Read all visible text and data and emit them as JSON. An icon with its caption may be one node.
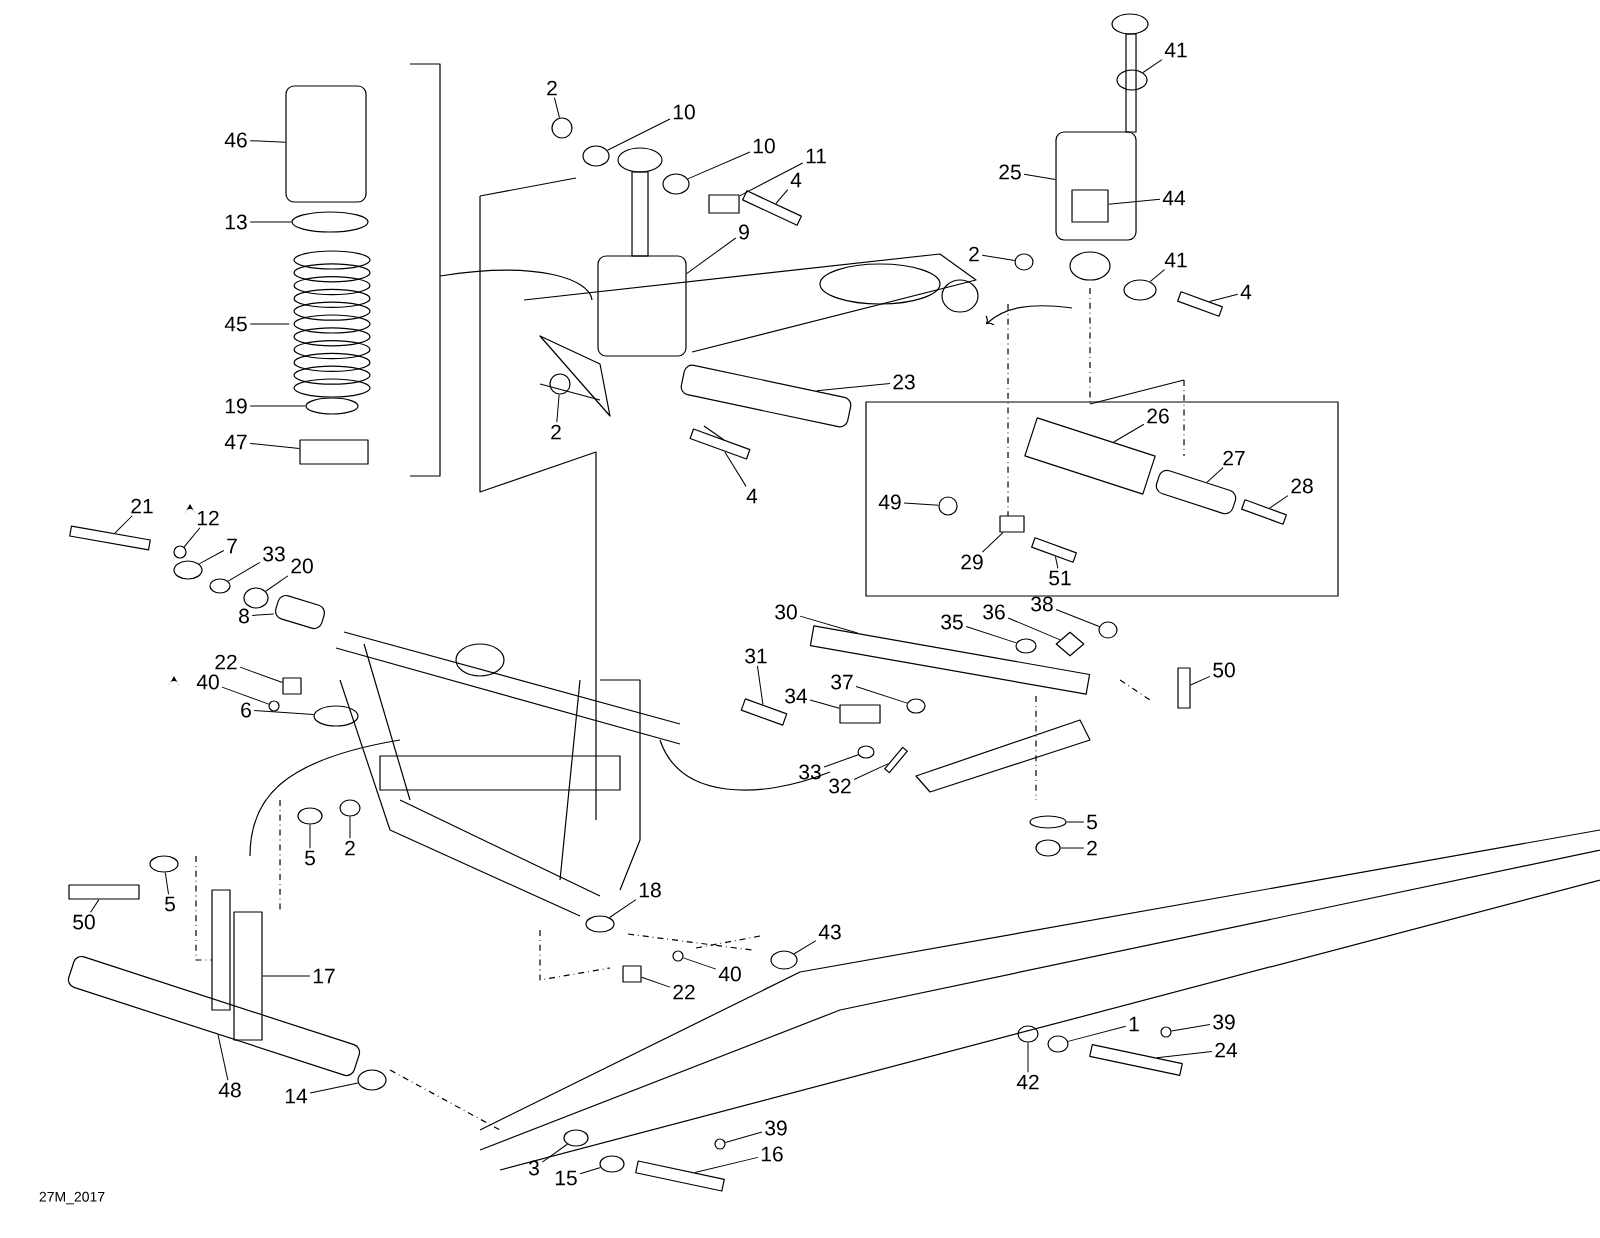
{
  "diagram": {
    "nodes": [
      {
        "text": [
          "46"
        ]
      },
      {
        "text": [
          "13"
        ]
      },
      {
        "text": [
          "45"
        ]
      },
      {
        "text": [
          "19"
        ]
      },
      {
        "text": [
          "47"
        ]
      },
      {
        "text": [
          "2"
        ]
      },
      {
        "text": [
          "10"
        ]
      },
      {
        "text": [
          "10"
        ]
      },
      {
        "text": [
          "11"
        ]
      },
      {
        "text": [
          "4"
        ]
      },
      {
        "text": [
          "9"
        ]
      },
      {
        "text": [
          "2"
        ]
      },
      {
        "text": [
          "4"
        ]
      },
      {
        "text": [
          "23"
        ]
      },
      {
        "text": [
          "41"
        ]
      },
      {
        "text": [
          "25"
        ]
      },
      {
        "text": [
          "44"
        ]
      },
      {
        "text": [
          "2"
        ]
      },
      {
        "text": [
          "41"
        ]
      },
      {
        "text": [
          "4"
        ]
      },
      {
        "text": [
          "26"
        ]
      },
      {
        "text": [
          "27"
        ]
      },
      {
        "text": [
          "28"
        ]
      },
      {
        "text": [
          "49"
        ]
      },
      {
        "text": [
          "29"
        ]
      },
      {
        "text": [
          "51"
        ]
      },
      {
        "text": [
          "21"
        ]
      },
      {
        "text": [
          "12"
        ]
      },
      {
        "text": [
          "7"
        ]
      },
      {
        "text": [
          "33"
        ]
      },
      {
        "text": [
          "20"
        ]
      },
      {
        "text": [
          "8"
        ]
      },
      {
        "text": [
          "22"
        ]
      },
      {
        "text": [
          "40"
        ]
      },
      {
        "text": [
          "6"
        ]
      },
      {
        "text": [
          "30"
        ]
      },
      {
        "text": [
          "31"
        ]
      },
      {
        "text": [
          "35"
        ]
      },
      {
        "text": [
          "36"
        ]
      },
      {
        "text": [
          "38"
        ]
      },
      {
        "text": [
          "37"
        ]
      },
      {
        "text": [
          "34"
        ]
      },
      {
        "text": [
          "50"
        ]
      },
      {
        "text": [
          "33"
        ]
      },
      {
        "text": [
          "32"
        ]
      },
      {
        "text": [
          "5"
        ]
      },
      {
        "text": [
          "2"
        ]
      },
      {
        "text": [
          "2"
        ]
      },
      {
        "text": [
          "5"
        ]
      },
      {
        "text": [
          "5"
        ]
      },
      {
        "text": [
          "50"
        ]
      },
      {
        "text": [
          "17"
        ]
      },
      {
        "text": [
          "18"
        ]
      },
      {
        "text": [
          "22"
        ]
      },
      {
        "text": [
          "40"
        ]
      },
      {
        "text": [
          "43"
        ]
      },
      {
        "text": [
          "48"
        ]
      },
      {
        "text": [
          "14"
        ]
      },
      {
        "text": [
          "1"
        ]
      },
      {
        "text": [
          "39"
        ]
      },
      {
        "text": [
          "24"
        ]
      },
      {
        "text": [
          "42"
        ]
      },
      {
        "text": [
          "39"
        ]
      },
      {
        "text": [
          "16"
        ]
      },
      {
        "text": [
          "3"
        ]
      },
      {
        "text": [
          "15"
        ]
      },
      {
        "text": [],
        "shape": "cylinder"
      },
      {
        "text": [],
        "shape": "circle"
      },
      {
        "text": [],
        "shape": "spring"
      },
      {
        "text": [],
        "shape": "circle"
      },
      {
        "text": [],
        "shape": "box"
      },
      {
        "text": [],
        "shape": "circle"
      },
      {
        "text": [],
        "shape": "circle"
      },
      {
        "text": [],
        "shape": "circle"
      },
      {
        "text": [],
        "shape": "box"
      },
      {
        "text": [],
        "shape": "bar"
      },
      {
        "text": [],
        "shape": "cylinder"
      },
      {
        "text": [],
        "shape": "circle"
      },
      {
        "text": [],
        "shape": "bar"
      },
      {
        "text": [],
        "shape": "cylinder"
      },
      {
        "text": [],
        "shape": "circle"
      },
      {
        "text": [],
        "shape": "cylinder"
      },
      {
        "text": [],
        "shape": "box",
        "in": 81
      },
      {
        "text": [],
        "shape": "circle"
      },
      {
        "text": [],
        "shape": "circle"
      },
      {
        "text": [],
        "shape": "bar"
      },
      {
        "text": [],
        "shape": "box"
      },
      {
        "text": [],
        "shape": "cylinder"
      },
      {
        "text": [],
        "shape": "bar"
      },
      {
        "text": [],
        "shape": "circle"
      },
      {
        "text": [],
        "shape": "box"
      },
      {
        "text": [],
        "shape": "bar"
      },
      {
        "text": [],
        "shape": "bar"
      },
      {
        "text": [],
        "shape": "circle"
      },
      {
        "text": [],
        "shape": "circle"
      },
      {
        "text": [],
        "shape": "circle"
      },
      {
        "text": [],
        "shape": "circle"
      },
      {
        "text": [],
        "shape": "cylinder"
      },
      {
        "text": [],
        "shape": "box"
      },
      {
        "text": [],
        "shape": "circle"
      },
      {
        "text": [],
        "shape": "circle"
      },
      {
        "text": [],
        "shape": "box"
      },
      {
        "text": [],
        "shape": "bar"
      },
      {
        "text": [],
        "shape": "circle"
      },
      {
        "text": [],
        "shape": "diamond"
      },
      {
        "text": [],
        "shape": "circle"
      },
      {
        "text": [],
        "shape": "circle"
      },
      {
        "text": [],
        "shape": "box"
      },
      {
        "text": [],
        "shape": "bar"
      },
      {
        "text": [],
        "shape": "circle"
      },
      {
        "text": [],
        "shape": "bar"
      },
      {
        "text": [],
        "shape": "circle"
      },
      {
        "text": [],
        "shape": "circle"
      },
      {
        "text": [],
        "shape": "circle"
      },
      {
        "text": [],
        "shape": "circle"
      },
      {
        "text": [],
        "shape": "circle"
      },
      {
        "text": [],
        "shape": "bar"
      },
      {
        "text": [],
        "shape": "box"
      },
      {
        "text": [],
        "shape": "circle"
      },
      {
        "text": [],
        "shape": "box"
      },
      {
        "text": [],
        "shape": "circle"
      },
      {
        "text": [],
        "shape": "circle"
      },
      {
        "text": [],
        "shape": "cylinder"
      },
      {
        "text": [],
        "shape": "circle"
      },
      {
        "text": [],
        "shape": "circle"
      },
      {
        "text": [],
        "shape": "circle"
      },
      {
        "text": [],
        "shape": "bar"
      },
      {
        "text": [],
        "shape": "circle"
      },
      {
        "text": [],
        "shape": "circle"
      },
      {
        "text": [],
        "shape": "bar"
      },
      {
        "text": [],
        "shape": "circle"
      },
      {
        "text": [],
        "shape": "circle"
      }
    ],
    "edges": [
      {
        "from": 0,
        "to": 66,
        "arrow": "none"
      },
      {
        "from": 1,
        "to": 67,
        "arrow": "none"
      },
      {
        "from": 2,
        "to": 68,
        "arrow": "none"
      },
      {
        "from": 3,
        "to": 69,
        "arrow": "none"
      },
      {
        "from": 4,
        "to": 70,
        "arrow": "none"
      },
      {
        "from": 5,
        "to": 71,
        "arrow": "none"
      },
      {
        "from": 6,
        "to": 72,
        "arrow": "none"
      },
      {
        "from": 7,
        "to": 73,
        "arrow": "none"
      },
      {
        "from": 8,
        "to": 74,
        "arrow": "none"
      },
      {
        "from": 9,
        "to": 75,
        "arrow": "none"
      },
      {
        "from": 10,
        "to": 76,
        "arrow": "none"
      },
      {
        "from": 11,
        "to": 77,
        "arrow": "none"
      },
      {
        "from": 12,
        "to": 78,
        "arrow": "none"
      },
      {
        "from": 13,
        "to": 79,
        "arrow": "none"
      },
      {
        "from": 14,
        "to": 80,
        "arrow": "none"
      },
      {
        "from": 15,
        "to": 81,
        "arrow": "none"
      },
      {
        "from": 16,
        "to": 82,
        "arrow": "none"
      },
      {
        "from": 17,
        "to": 83,
        "arrow": "none"
      },
      {
        "from": 18,
        "to": 84,
        "arrow": "none"
      },
      {
        "from": 19,
        "to": 85,
        "arrow": "none"
      },
      {
        "from": 20,
        "to": 86,
        "arrow": "none"
      },
      {
        "from": 21,
        "to": 87,
        "arrow": "none"
      },
      {
        "from": 22,
        "to": 88,
        "arrow": "none"
      },
      {
        "from": 23,
        "to": 89,
        "arrow": "none"
      },
      {
        "from": 24,
        "to": 90,
        "arrow": "none"
      },
      {
        "from": 25,
        "to": 91,
        "arrow": "none"
      },
      {
        "from": 26,
        "to": 92,
        "arrow": "none"
      },
      {
        "from": 27,
        "to": 93,
        "arrow": "none"
      },
      {
        "from": 28,
        "to": 94,
        "arrow": "none"
      },
      {
        "from": 29,
        "to": 95,
        "arrow": "none"
      },
      {
        "from": 30,
        "to": 96,
        "arrow": "none"
      },
      {
        "from": 31,
        "to": 97,
        "arrow": "none"
      },
      {
        "from": 32,
        "to": 98,
        "arrow": "none"
      },
      {
        "from": 33,
        "to": 99,
        "arrow": "none"
      },
      {
        "from": 34,
        "to": 100,
        "arrow": "none"
      },
      {
        "from": 35,
        "to": 101,
        "arrow": "none"
      },
      {
        "from": 36,
        "to": 102,
        "arrow": "none"
      },
      {
        "from": 37,
        "to": 103,
        "arrow": "none"
      },
      {
        "from": 38,
        "to": 104,
        "arrow": "none"
      },
      {
        "from": 39,
        "to": 105,
        "arrow": "none"
      },
      {
        "from": 40,
        "to": 106,
        "arrow": "none"
      },
      {
        "from": 41,
        "to": 107,
        "arrow": "none"
      },
      {
        "from": 42,
        "to": 108,
        "arrow": "none"
      },
      {
        "from": 43,
        "to": 109,
        "arrow": "none"
      },
      {
        "from": 44,
        "to": 110,
        "arrow": "none"
      },
      {
        "from": 45,
        "to": 111,
        "arrow": "none"
      },
      {
        "from": 46,
        "to": 112,
        "arrow": "none"
      },
      {
        "from": 47,
        "to": 113,
        "arrow": "none"
      },
      {
        "from": 48,
        "to": 114,
        "arrow": "none"
      },
      {
        "from": 49,
        "to": 115,
        "arrow": "none"
      },
      {
        "from": 50,
        "to": 116,
        "arrow": "none"
      },
      {
        "from": 51,
        "to": 117,
        "arrow": "none"
      },
      {
        "from": 52,
        "to": 118,
        "arrow": "none"
      },
      {
        "from": 53,
        "to": 119,
        "arrow": "none"
      },
      {
        "from": 54,
        "to": 120,
        "arrow": "none"
      },
      {
        "from": 55,
        "to": 121,
        "arrow": "none"
      },
      {
        "from": 56,
        "to": 122,
        "arrow": "none"
      },
      {
        "from": 57,
        "to": 123,
        "arrow": "none"
      },
      {
        "from": 58,
        "to": 124,
        "arrow": "none"
      },
      {
        "from": 59,
        "to": 125,
        "arrow": "none"
      },
      {
        "from": 60,
        "to": 126,
        "arrow": "none"
      },
      {
        "from": 61,
        "to": 127,
        "arrow": "none"
      },
      {
        "from": 62,
        "to": 128,
        "arrow": "none"
      },
      {
        "from": 63,
        "to": 129,
        "arrow": "none"
      },
      {
        "from": 64,
        "to": 130,
        "arrow": "none"
      },
      {
        "from": 65,
        "to": 131,
        "arrow": "none"
      }
    ],
    "labels": [
      "27M_2017"
    ]
  }
}
